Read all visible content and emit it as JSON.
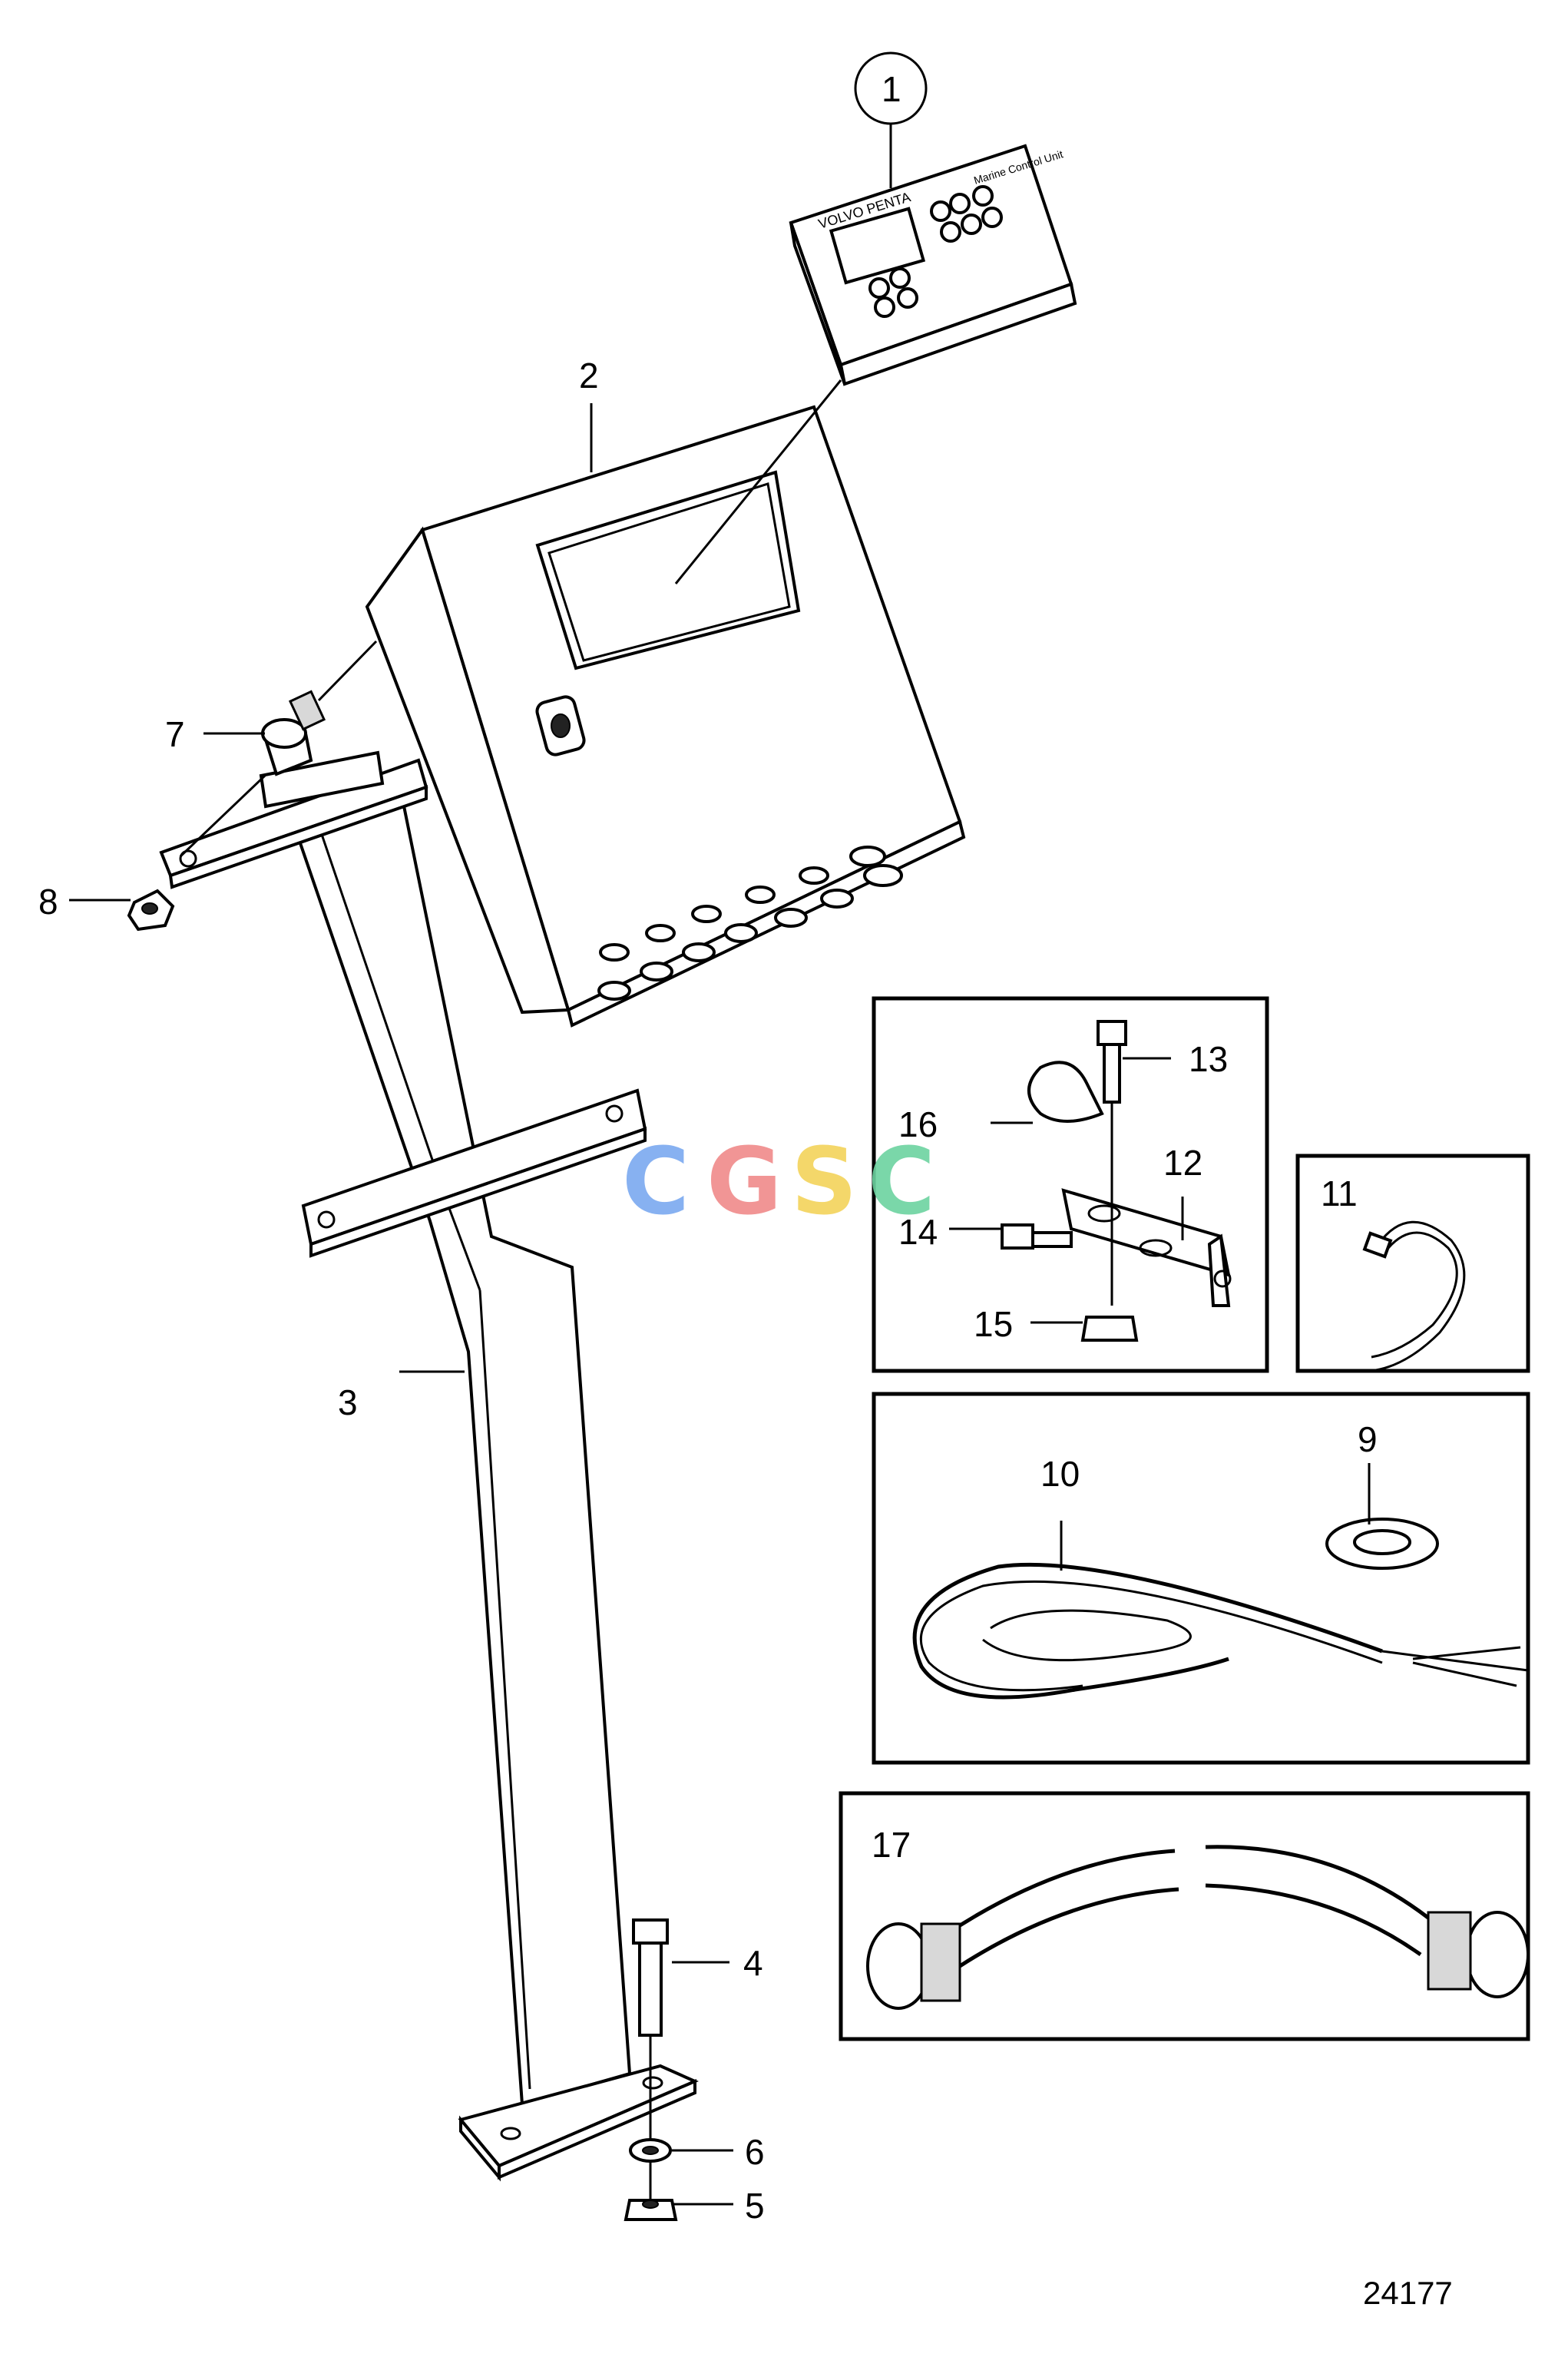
{
  "callouts": [
    {
      "id": "p1",
      "text": "1"
    },
    {
      "id": "p2",
      "text": "2"
    },
    {
      "id": "p3",
      "text": "3"
    },
    {
      "id": "p4",
      "text": "4"
    },
    {
      "id": "p5",
      "text": "5"
    },
    {
      "id": "p6",
      "text": "6"
    },
    {
      "id": "p7",
      "text": "7"
    },
    {
      "id": "p8",
      "text": "8"
    },
    {
      "id": "p9",
      "text": "9"
    },
    {
      "id": "p10",
      "text": "10"
    },
    {
      "id": "p11",
      "text": "11"
    },
    {
      "id": "p12",
      "text": "12"
    },
    {
      "id": "p13",
      "text": "13"
    },
    {
      "id": "p14",
      "text": "14"
    },
    {
      "id": "p15",
      "text": "15"
    },
    {
      "id": "p16",
      "text": "16"
    },
    {
      "id": "p17",
      "text": "17"
    }
  ],
  "drawing_number": "24177",
  "watermark": {
    "letters": [
      {
        "char": "C",
        "color": "#7aa9f0"
      },
      {
        "char": "G",
        "color": "#f08a8a"
      },
      {
        "char": "S",
        "color": "#f3d35a"
      },
      {
        "char": "C",
        "color": "#6cd3a0"
      }
    ]
  },
  "control_unit": {
    "brand": "VOLVO PENTA",
    "title": "Marine Control Unit"
  },
  "colors": {
    "line": "#000000",
    "background": "#ffffff"
  }
}
